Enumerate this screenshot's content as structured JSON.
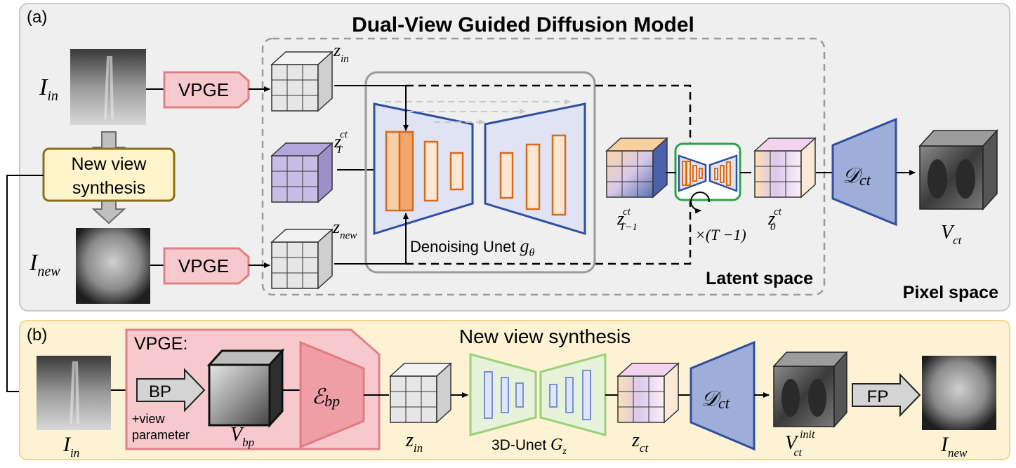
{
  "panel_a": {
    "tag": "(a)",
    "title": "Dual-View Guided Diffusion Model",
    "pixel_space_label": "Pixel space",
    "latent_space_label": "Latent space",
    "input_label": {
      "main": "I",
      "sub": "in"
    },
    "new_label": {
      "main": "I",
      "sub": "new"
    },
    "vpge_top": "VPGE",
    "vpge_bottom": "VPGE",
    "nvs_box": [
      "New view",
      "synthesis"
    ],
    "z_in": {
      "main": "z",
      "sub": "in"
    },
    "z_T": {
      "main": "z",
      "sup": "ct",
      "sub": "T"
    },
    "z_new": {
      "main": "z",
      "sub": "new"
    },
    "unet_label": "Denoising Unet ",
    "unet_symbol": "g",
    "unet_symbol_sub": "θ",
    "z_T1": {
      "main": "z",
      "sup": "ct",
      "sub": "T−1"
    },
    "loop_label": "×(T −1)",
    "z_0": {
      "main": "z",
      "sup": "ct",
      "sub": "0"
    },
    "decoder": {
      "main": "𝒟",
      "sub": "ct"
    },
    "v_ct": {
      "main": "V",
      "sub": "ct"
    }
  },
  "panel_b": {
    "tag": "(b)",
    "title": "New view synthesis",
    "input_label": {
      "main": "I",
      "sub": "in"
    },
    "vpge_label": "VPGE:",
    "bp": "BP",
    "view_param": [
      "+view",
      "parameter"
    ],
    "v_bp": {
      "main": "V",
      "sub": "bp"
    },
    "encoder": {
      "main": "ℰ",
      "sub": "bp"
    },
    "z_in": {
      "main": "z",
      "sub": "in"
    },
    "unet3d_label": "3D-Unet ",
    "unet3d_symbol": "G",
    "unet3d_sub": "z",
    "z_ct": {
      "main": "z",
      "sub": "ct"
    },
    "decoder": {
      "main": "𝒟",
      "sub": "ct"
    },
    "v_init": {
      "main": "V",
      "sup": "init",
      "sub": "ct"
    },
    "fp": "FP",
    "new_label": {
      "main": "I",
      "sub": "new"
    }
  },
  "colors": {
    "panel_a_bg": "#efefef",
    "panel_b_bg": "#fdf3d4",
    "vpge_fill": "#f6c9cc",
    "vpge_stroke": "#e0808a",
    "decoder_fill": "#9faed8",
    "unet_fill": "#dfe3f4",
    "unet_stroke": "#2e4f9e",
    "block_orange": "#d86a1e",
    "green_box": "#29a34a",
    "nvs_fill": "#fff5cc",
    "nvs_stroke": "#8a6d1a",
    "unet3d_fill": "#e6f2d9",
    "unet3d_stroke": "#9ccf7c"
  }
}
